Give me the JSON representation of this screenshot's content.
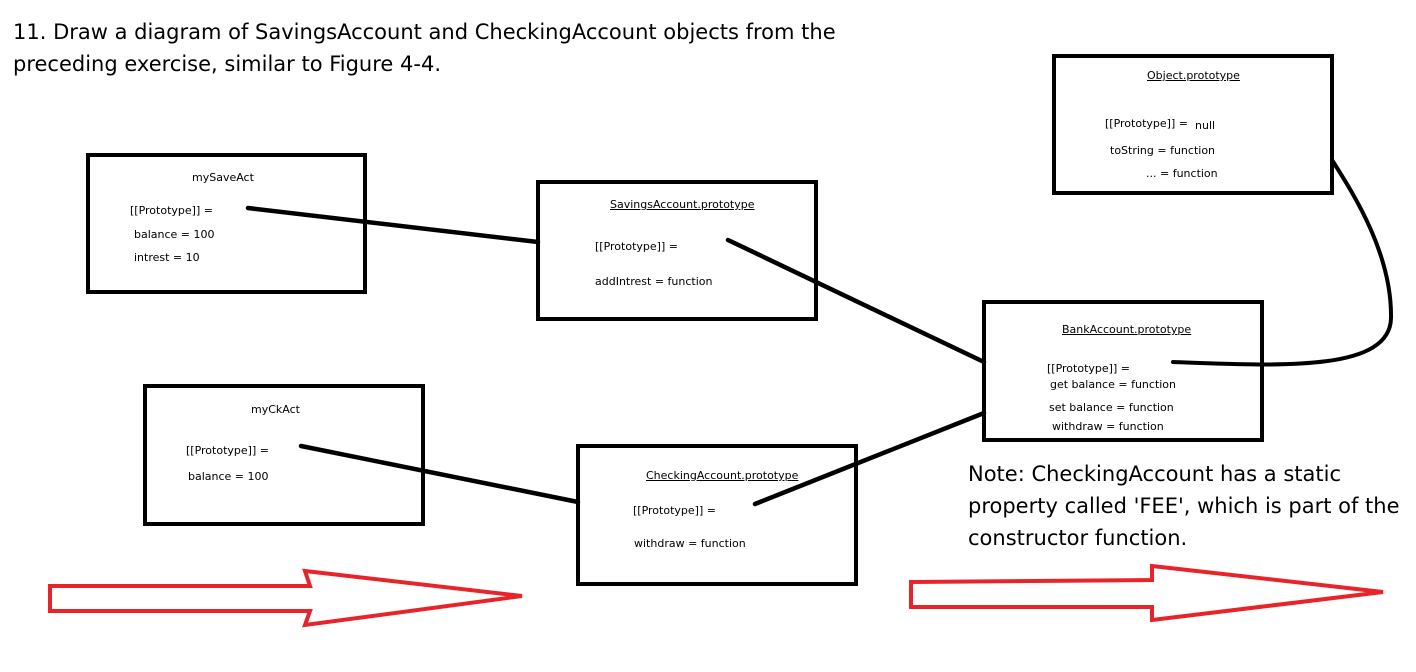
{
  "title": "11. Draw a diagram of SavingsAccount and CheckingAccount objects from the preceding exercise, similar to Figure 4-4.",
  "note": "Note: CheckingAccount has a static property called 'FEE', which is part of the constructor function.",
  "boxes": {
    "mySaveAct": {
      "name": "mySaveAct",
      "proto": "[[Prototype]] =",
      "balance": "balance = 100",
      "intrest": "intrest = 10"
    },
    "savingsProto": {
      "name": "SavingsAccount.prototype",
      "proto": "[[Prototype]] =",
      "addIntrest": "addIntrest = function"
    },
    "objectProto": {
      "name": "Object.prototype",
      "proto": "[[Prototype]] =",
      "protoValue": "null",
      "toString": "toString = function",
      "rest": "... = function"
    },
    "bankProto": {
      "name": "BankAccount.prototype",
      "proto": "[[Prototype]] =",
      "getBalance": "get balance = function",
      "setBalance": "set balance = function",
      "withdraw": "withdraw = function"
    },
    "myCkAct": {
      "name": "myCkAct",
      "proto": "[[Prototype]] =",
      "balance": "balance = 100"
    },
    "checkingProto": {
      "name": "CheckingAccount.prototype",
      "proto": "[[Prototype]] =",
      "withdraw": "withdraw = function"
    }
  },
  "colors": {
    "line": "#000000",
    "arrow": "#e8242b"
  }
}
